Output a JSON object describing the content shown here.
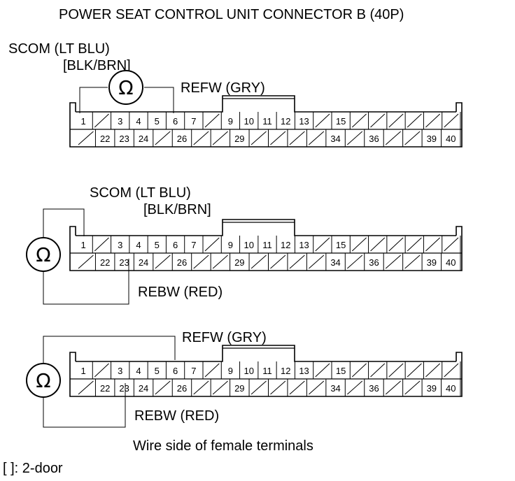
{
  "title": "POWER SEAT CONTROL UNIT CONNECTOR B (40P)",
  "footnote": "Wire side of female terminals",
  "legend": "[ ]: 2-door",
  "meter_symbol": "Ω",
  "connector": {
    "top_row": [
      "1",
      "",
      "3",
      "4",
      "5",
      "6",
      "7",
      "",
      "9",
      "10",
      "11",
      "12",
      "13",
      "",
      "15",
      "",
      "",
      "",
      "",
      "",
      ""
    ],
    "bottom_row": [
      "",
      "22",
      "23",
      "24",
      "",
      "26",
      "",
      "",
      "29",
      "",
      "",
      "",
      "",
      "34",
      "",
      "36",
      "",
      "",
      "39",
      "40"
    ]
  },
  "tests": [
    {
      "label_a": "SCOM (LT BLU)",
      "label_a2": "[BLK/BRN]",
      "label_b": "REFW (GRY)"
    },
    {
      "label_a": "SCOM (LT BLU)",
      "label_a2": "[BLK/BRN]",
      "label_b": "REBW (RED)"
    },
    {
      "label_a": "REFW (GRY)",
      "label_b": "REBW (RED)"
    }
  ]
}
